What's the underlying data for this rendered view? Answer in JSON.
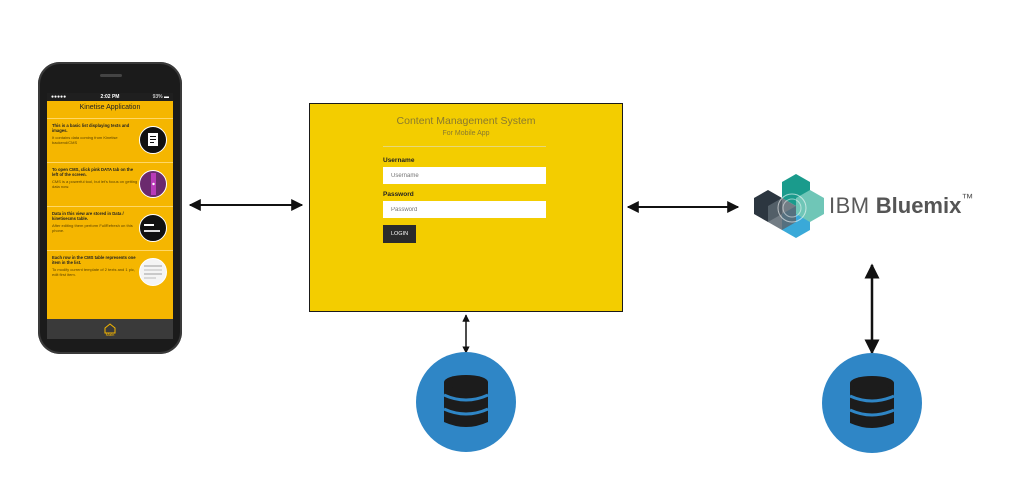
{
  "phone": {
    "status_carrier": "●●●●● ",
    "status_time": "2:02 PM",
    "status_battery": "93% ▬",
    "app_title": "Kinetise Application",
    "cards": [
      {
        "title": "This is a basic list displaying texts and images.",
        "subtitle": "It contains data coming from Kinetise backend/CMS"
      },
      {
        "title": "To open CMS, click pink DATA tab on the left of the screen.",
        "subtitle": "CMS is a powerful tool, but let's focus on getting data now."
      },
      {
        "title": "Data in this view are stored in Data / kinetisecms table.",
        "subtitle": "After editing them perform FullRefresh on this phone."
      },
      {
        "title": "Each row in the CMS table represents one item in the list.",
        "subtitle": "To modify current template of 2 texts and 1 pic, edit first item."
      }
    ],
    "tab_label": "Main"
  },
  "cms": {
    "title": "Content Management System",
    "subtitle": "For Mobile App",
    "username_label": "Username",
    "username_placeholder": "Username",
    "password_label": "Password",
    "password_placeholder": "Password",
    "login_label": "LOGIN"
  },
  "bluemix": {
    "brand": "IBM",
    "product": "Bluemix",
    "trademark": "™"
  },
  "colors": {
    "cms_background": "#f3cd00",
    "app_background": "#f5b600",
    "database": "#2f86c6",
    "arrow": "#111111"
  },
  "icons": {
    "database_left": "database-icon",
    "database_right": "database-icon",
    "bluemix_logo": "bluemix-hexagon-logo-icon",
    "home": "home-icon"
  }
}
